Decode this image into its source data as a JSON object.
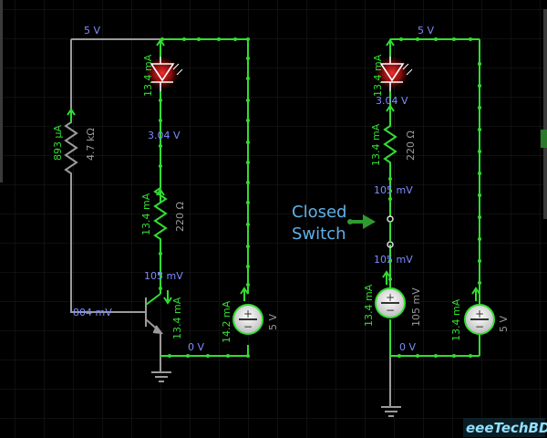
{
  "colors": {
    "background": "#000000",
    "grid": "#1e1e1e",
    "wire": "#9a9a9a",
    "live_wire": "#33dd33",
    "voltage_label": "#7f8cff",
    "current_label": "#33dd33",
    "led": "#cc2222",
    "callout": "#5fb0e8",
    "watermark": "#8fe0ff"
  },
  "left_circuit": {
    "supply_label": "5 V",
    "base_resistor_current": "893 µA",
    "base_resistor_value": "4.7 kΩ",
    "led_current": "13.4 mA",
    "node_after_led": "3.04 V",
    "series_resistor_current": "13.4 mA",
    "series_resistor_value": "220 Ω",
    "collector_voltage": "105 mV",
    "collector_current": "13.4 mA",
    "base_voltage": "804 mV",
    "ground_voltage": "0 V",
    "source_current": "14.2 mA",
    "source_value": "5 V"
  },
  "right_circuit": {
    "supply_label": "5 V",
    "led_current": "13.4 mA",
    "node_after_led": "3.04 V",
    "series_resistor_current": "13.4 mA",
    "series_resistor_value": "220 Ω",
    "switch_top_voltage": "105 mV",
    "switch_bottom_voltage": "105 mV",
    "mid_source_current": "13.4 mA",
    "mid_source_value": "105 mV",
    "ground_voltage": "0 V",
    "source_current": "13.4 mA",
    "source_value": "5 V"
  },
  "callout": {
    "line1": "Closed",
    "line2": "Switch"
  },
  "watermark": "eeeTechBD"
}
